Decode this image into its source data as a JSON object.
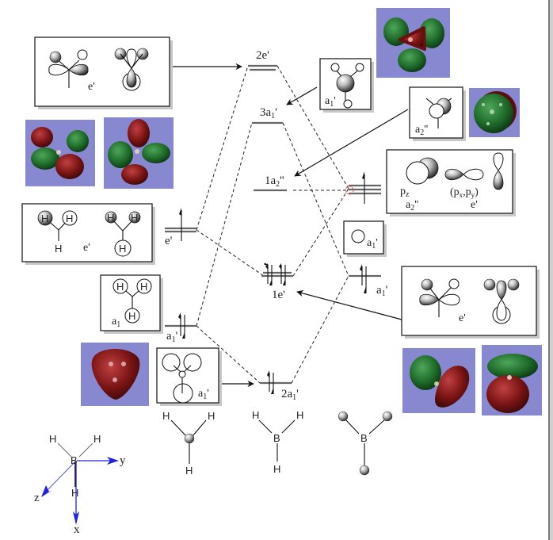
{
  "diagram": {
    "title": "BH3 molecular orbital diagram",
    "mo_levels": [
      {
        "id": "2e",
        "label_main": "2e",
        "label_sup": "'",
        "electrons": 0
      },
      {
        "id": "3a1",
        "label_main": "3a",
        "label_sub": "1",
        "label_sup": "'",
        "electrons": 0
      },
      {
        "id": "1a2",
        "label_main": "1a",
        "label_sub": "2",
        "label_sup": "''",
        "electrons": 0
      },
      {
        "id": "1e",
        "label_main": "1e",
        "label_sup": "'",
        "electrons": 4
      },
      {
        "id": "2a1",
        "label_main": "2a",
        "label_sub": "1",
        "label_sup": "'",
        "electrons": 2
      }
    ],
    "left_fragment_levels": [
      {
        "id": "h3-e",
        "label_main": "e",
        "label_sup": "'",
        "electrons": 1
      },
      {
        "id": "h3-a1",
        "label_main": "a",
        "label_sub": "1",
        "label_sup": "'",
        "electrons": 2
      }
    ],
    "right_fragment_levels": [
      {
        "id": "b-p",
        "label_main": "",
        "electrons": 1
      },
      {
        "id": "b-s",
        "label_main": "a",
        "label_sub": "1",
        "label_sup": "'",
        "electrons": 2
      }
    ],
    "boxes": {
      "top_left_e": {
        "label_main": "e",
        "label_sup": "'"
      },
      "h3_e": {
        "h": "H",
        "label_main": "e",
        "label_sup": "'"
      },
      "h3_a1": {
        "h": "H",
        "label_main": "a",
        "label_sub": "1"
      },
      "bottom_a1": {
        "label_main": "a",
        "label_sub": "1",
        "label_sup": "'"
      },
      "top_a1": {
        "label_main": "a",
        "label_sub": "1",
        "label_sup": "'"
      },
      "a2": {
        "label_main": "a",
        "label_sub": "2",
        "label_sup": "''"
      },
      "p_orbitals": {
        "pz": "p",
        "pz_sub": "z",
        "pxy": "(p",
        "px_sub": "x",
        "comma": ",p",
        "py_sub": "y",
        "close": ")",
        "a2_main": "a",
        "a2_sub": "2",
        "a2_sup": "''",
        "e_main": "e",
        "e_sup": "'"
      },
      "s_orbital": {
        "label_main": "a",
        "label_sub": "1",
        "label_sup": "'"
      },
      "right_e": {
        "label_main": "e",
        "label_sup": "'"
      }
    },
    "molecules": {
      "h3": {
        "h1": "H",
        "h2": "H",
        "h3": "H"
      },
      "bh3": {
        "b": "B",
        "h1": "H",
        "h2": "H",
        "h3": "H"
      },
      "b_balls": {
        "b": "B"
      }
    },
    "axes": {
      "b": "B",
      "h1": "H",
      "h2": "H",
      "h3": "H",
      "x": "x",
      "y": "y",
      "z": "z"
    },
    "colors": {
      "iso_positive": "#8b1a1a",
      "iso_negative": "#1f6b2a",
      "image_bg": "#8888d0",
      "highlight": "#e05050"
    }
  }
}
